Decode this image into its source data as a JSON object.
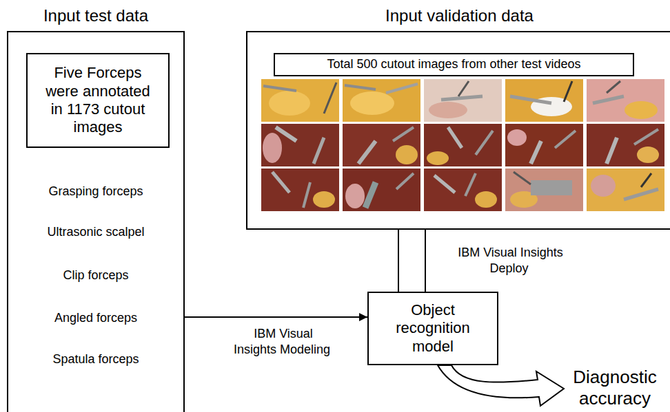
{
  "diagram": {
    "nodes": [
      {
        "text": [
          "Input test data",
          "Grasping forceps",
          "Ultrasonic scalpel",
          "Clip forceps",
          "Angled forceps",
          "Spatula forceps"
        ]
      },
      {
        "text": [
          "Five Forceps were annotated in 1173 cutout images"
        ],
        "in": 0
      },
      {
        "text": [
          "Input validation data"
        ]
      },
      {
        "text": [
          "Total 500 cutout images from other test videos"
        ],
        "in": 2
      },
      {
        "text": [
          "Object recognition model"
        ]
      }
    ],
    "edges": [
      {
        "from": 0,
        "to": 4,
        "arrow": "to",
        "label": "IBM Visual Insights Modeling"
      },
      {
        "from": 2,
        "to": 4,
        "arrow": "none",
        "label": "IBM Visual Insights Deploy"
      }
    ],
    "labels": [
      "Diagnostic accuracy"
    ]
  }
}
